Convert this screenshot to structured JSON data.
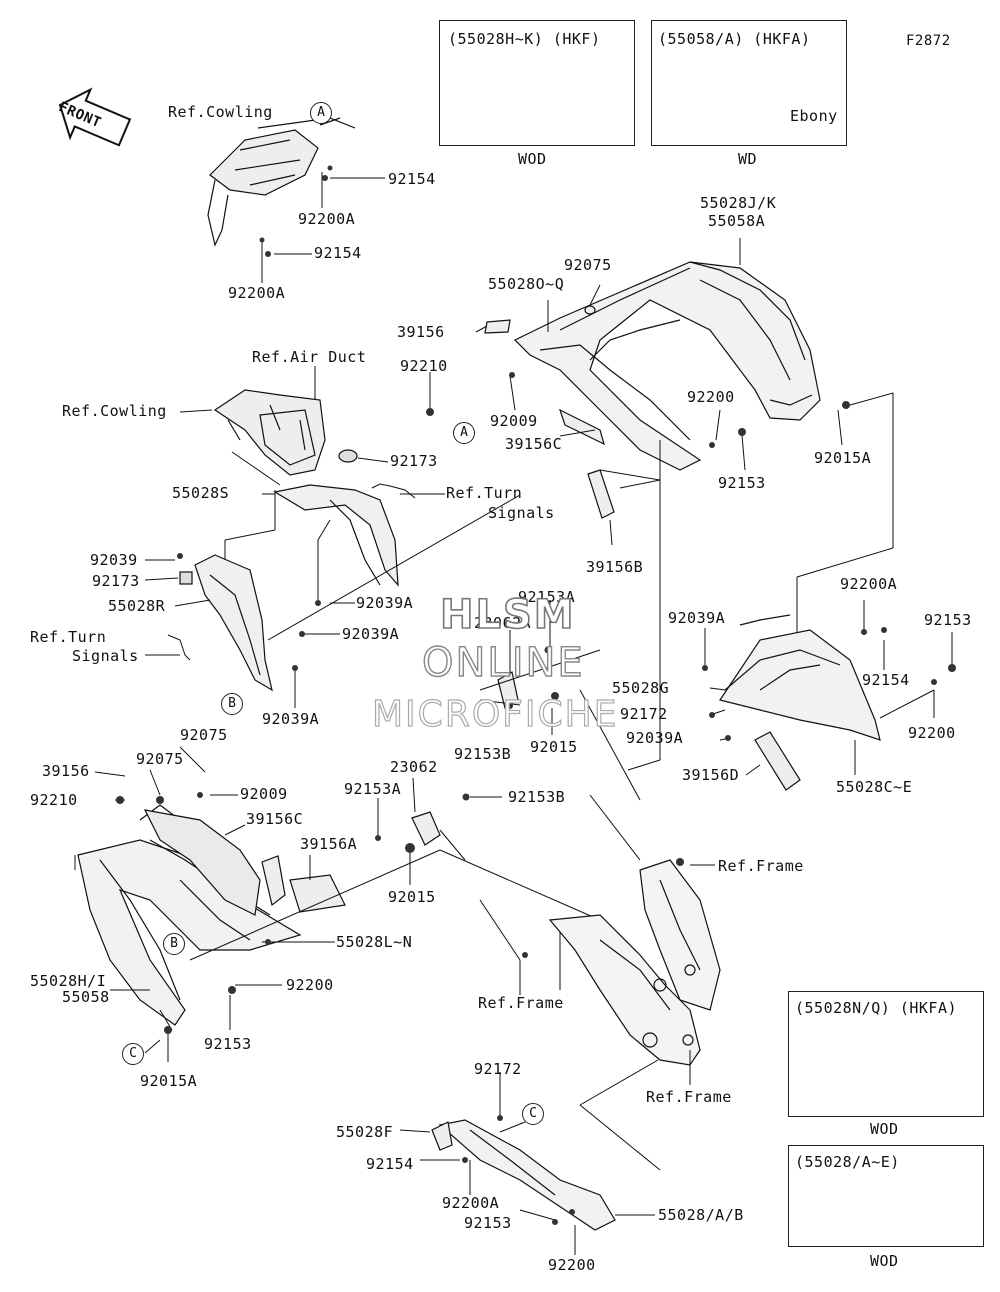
{
  "figure_code": "F2872",
  "front_label": "FRONT",
  "watermark": [
    "HLSM",
    "ONLINE",
    "MICROFICHE"
  ],
  "boxes": [
    {
      "header": "(55028H~K)  (HKF)",
      "footer": "WOD",
      "note": ""
    },
    {
      "header": "(55058/A)  (HKFA)",
      "footer": "WD",
      "note": "Ebony"
    },
    {
      "header": "(55028N/Q)  (HKFA)",
      "footer": "WOD",
      "note": ""
    },
    {
      "header": "(55028/A~E)",
      "footer": "WOD",
      "note": ""
    }
  ],
  "callouts": [
    "A",
    "A",
    "B",
    "B",
    "C",
    "C"
  ],
  "labels": [
    "Ref.Cowling",
    "92154",
    "92200A",
    "92154",
    "92200A",
    "55028J/K",
    "55058A",
    "92075",
    "55028O~Q",
    "39156",
    "92210",
    "92009",
    "39156C",
    "92200",
    "92153",
    "92015A",
    "39156B",
    "Ref.Air Duct",
    "Ref.Cowling",
    "92173",
    "55028S",
    "Ref.Turn",
    "Signals",
    "92039",
    "92173",
    "55028R",
    "92039A",
    "92039A",
    "Ref.Turn",
    "Signals",
    "92039A",
    "92153A",
    "23062A",
    "92153B",
    "92015",
    "92039A",
    "92200A",
    "92153",
    "92154",
    "55028G",
    "92172",
    "92039A",
    "92200",
    "39156D",
    "55028C~E",
    "92075",
    "39156",
    "92075",
    "92009",
    "92210",
    "39156C",
    "39156A",
    "23062",
    "92153A",
    "92153B",
    "92015",
    "55028L~N",
    "55028H/I",
    "55058",
    "92200",
    "92153",
    "92015A",
    "Ref.Frame",
    "Ref.Frame",
    "Ref.Frame",
    "92172",
    "55028F",
    "92154",
    "92200A",
    "92153",
    "92200",
    "55028/A/B"
  ]
}
